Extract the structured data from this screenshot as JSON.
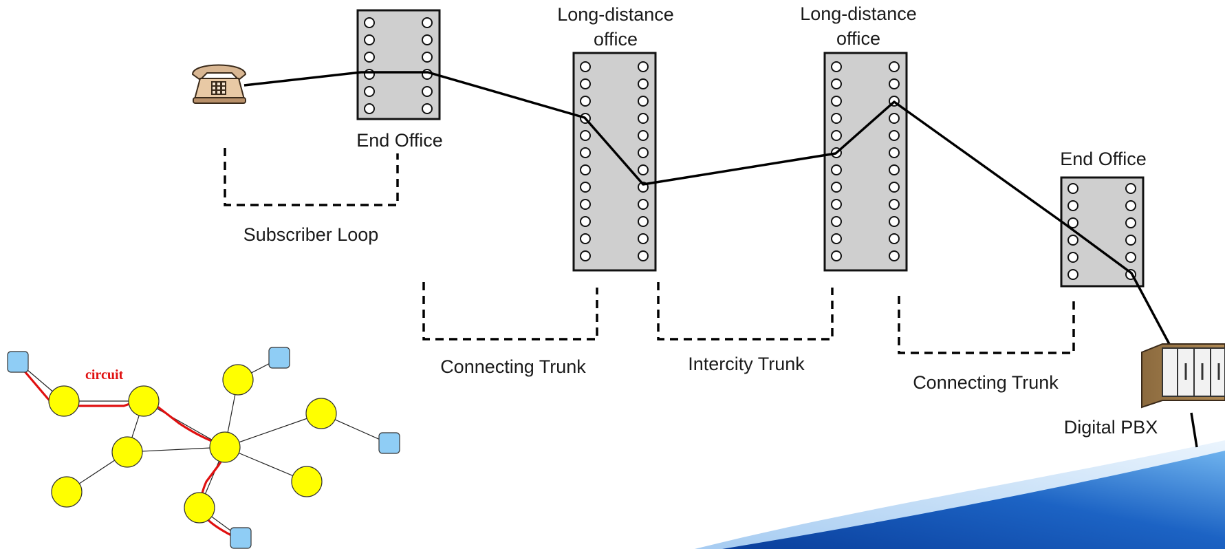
{
  "offices": {
    "end_office_1": {
      "label": "End Office"
    },
    "long_distance_1": {
      "label_line1": "Long-distance",
      "label_line2": "office"
    },
    "long_distance_2": {
      "label_line1": "Long-distance",
      "label_line2": "office"
    },
    "end_office_2": {
      "label": "End Office"
    }
  },
  "segments": {
    "subscriber_loop": "Subscriber Loop",
    "connecting_trunk_1": "Connecting Trunk",
    "intercity_trunk": "Intercity Trunk",
    "connecting_trunk_2": "Connecting Trunk"
  },
  "devices": {
    "telephone_icon": "telephone-icon",
    "pbx": {
      "label": "Digital PBX",
      "icon": "pbx-cabinet-icon"
    }
  },
  "network_inset": {
    "circuit_label": "circuit"
  },
  "colors": {
    "office_fill": "#cfcfcf",
    "circuit_path": "#e01010",
    "network_node": "#ffff00",
    "network_host": "#8fcdf5",
    "swoosh": "#1c63c4"
  }
}
